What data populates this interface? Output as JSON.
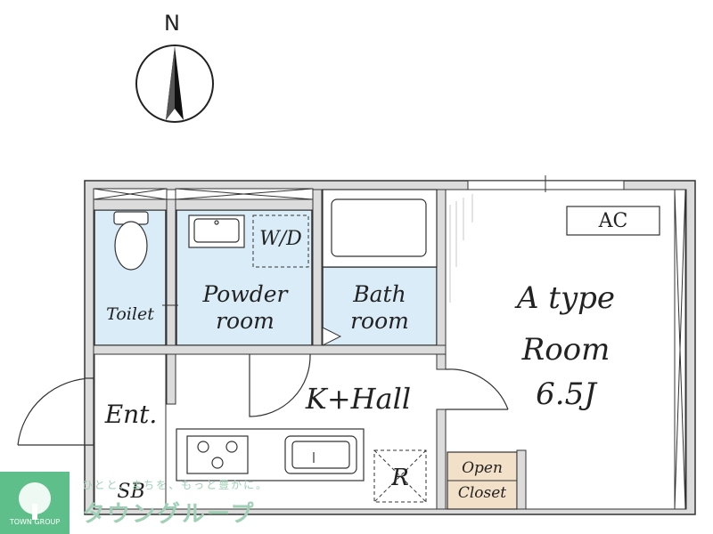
{
  "compass": {
    "north_label": "N"
  },
  "rooms": {
    "toilet": "Toilet",
    "powder_room_line1": "Powder",
    "powder_room_line2": "room",
    "wd": "W/D",
    "bath_line1": "Bath",
    "bath_line2": "room",
    "ac": "AC",
    "main_line1": "A type",
    "main_line2": "Room",
    "main_line3": "6.5J",
    "entrance": "Ent.",
    "kitchen_hall": "K+Hall",
    "shoe_box": "SB",
    "refrigerator": "R",
    "closet_line1": "Open",
    "closet_line2": "Closet"
  },
  "branding": {
    "tagline": "ひとと、まちを、もっと豊かに。",
    "name_jp": "タウングループ",
    "name_en": "TOWN GROUP"
  },
  "colors": {
    "wet_area": "#d9ecf7",
    "closet": "#f3e0c8",
    "wall": "#dcdcdc",
    "outline": "#333333",
    "logo_green": "#5fbf8a"
  }
}
